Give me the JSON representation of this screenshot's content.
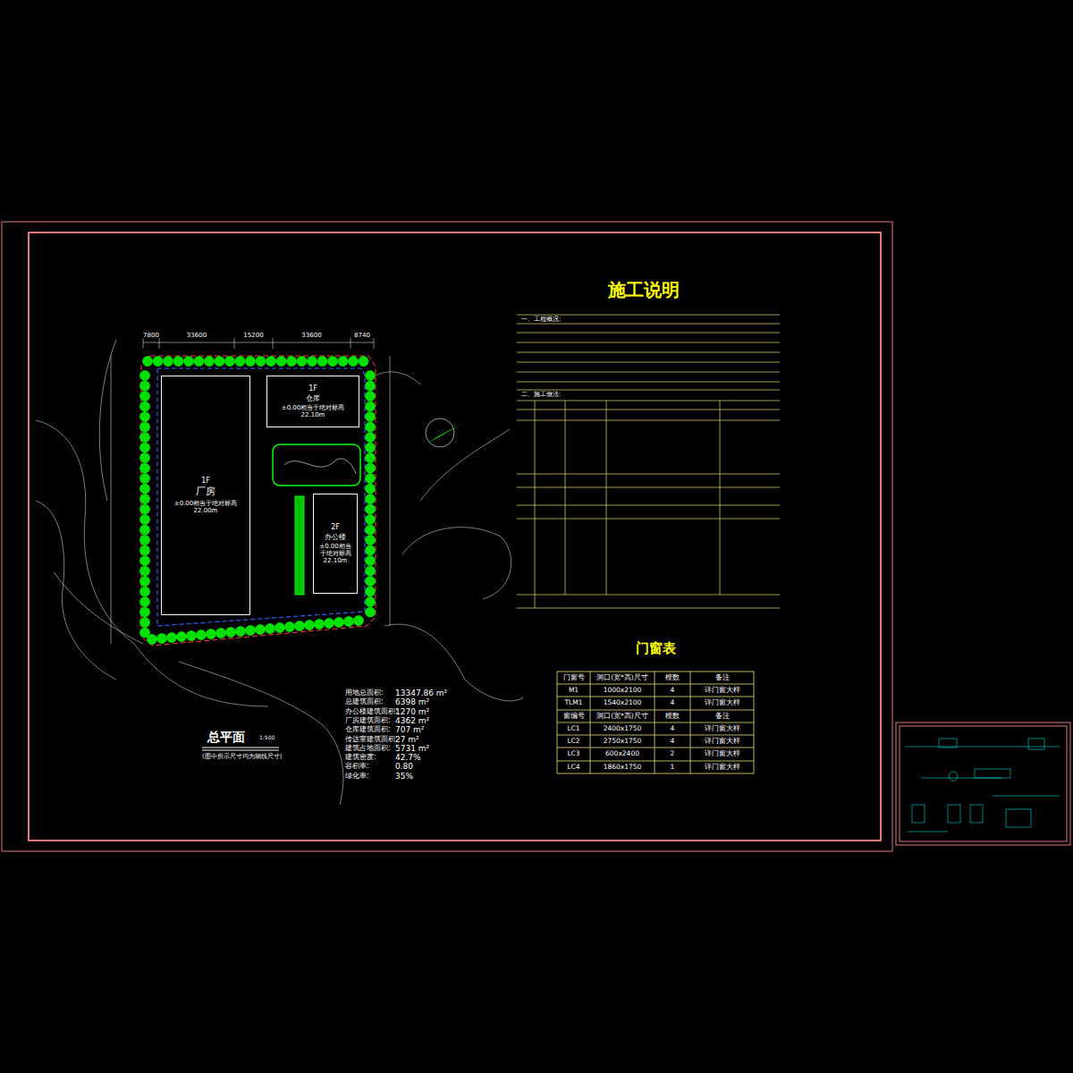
{
  "diagram": {
    "title": "总平面",
    "caption": "(图中所示尺寸均为轴线尺寸)",
    "nodes": [
      {
        "text": [
          "1F",
          "厂房",
          "±0.00相当于绝对标高22.00m"
        ]
      },
      {
        "text": [
          "1F",
          "仓库",
          "±0.00相当于绝对标高22.10m"
        ]
      },
      {
        "text": [
          "2F",
          "办公楼",
          "±0.00相当于绝对标高22.10m"
        ]
      }
    ],
    "labels": [
      "1:500",
      "施工说明",
      "一、工程概况:",
      "二、施工做法:",
      "门窗表",
      "7800",
      "33600",
      "15200",
      "33600",
      "8740",
      "用地总面积:",
      "13347.86 m²",
      "总建筑面积:",
      "6398 m²",
      "办公楼建筑面积:",
      "1270 m²",
      "厂房建筑面积:",
      "4362 m²",
      "仓库建筑面积:",
      "707 m²",
      "传达室建筑面积:",
      "27 m²",
      "建筑占地面积:",
      "5731 m²",
      "建筑密度:",
      "42.7%",
      "容积率:",
      "0.80",
      "绿化率:",
      "35%",
      "门窗号",
      "洞口(宽*高)尺寸",
      "樘数",
      "备注",
      "M1",
      "1000x2100",
      "4",
      "详门窗大样",
      "TLM1",
      "1540x2100",
      "4",
      "详门窗大样",
      "窗编号",
      "洞口(宽*高)尺寸",
      "樘数",
      "备注",
      "LC1",
      "2400x1750",
      "4",
      "详门窗大样",
      "LC2",
      "2750x1750",
      "4",
      "详门窗大样",
      "LC3",
      "600x2400",
      "2",
      "详门窗大样",
      "LC4",
      "1860x1750",
      "1",
      "详门窗大样"
    ]
  }
}
